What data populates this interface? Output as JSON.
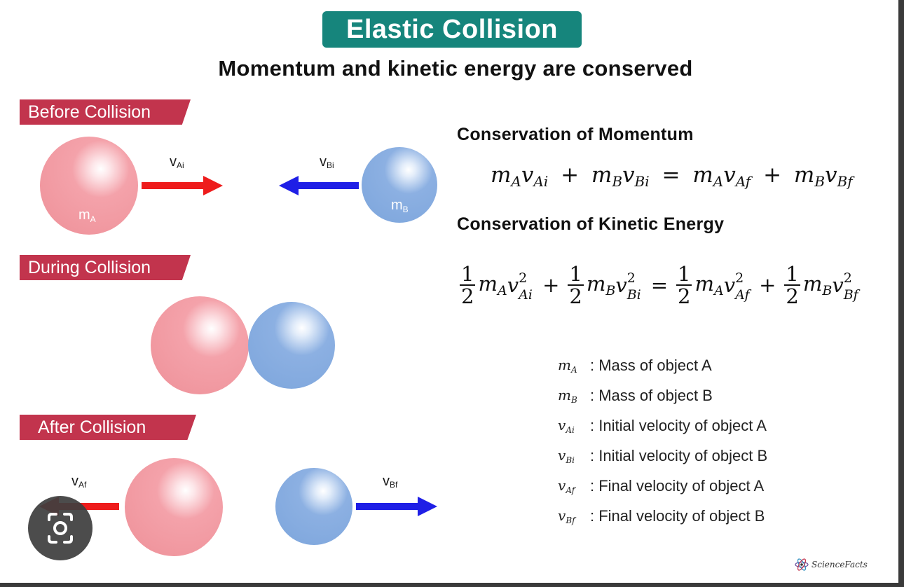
{
  "title": "Elastic Collision",
  "subtitle": "Momentum and kinetic energy are conserved",
  "stages": {
    "before": "Before Collision",
    "during": "During Collision",
    "after": "After Collision"
  },
  "labels": {
    "m": "m",
    "v": "v",
    "A": "A",
    "B": "B",
    "Ai": "Ai",
    "Bi": "Bi",
    "Af": "Af",
    "Bf": "Bf"
  },
  "equations": {
    "momentum_heading": "Conservation of Momentum",
    "energy_heading": "Conservation of Kinetic Energy",
    "plus": "+",
    "equals": "=",
    "one": "1",
    "two": "2",
    "square": "2",
    "Ai": "Ai",
    "Bi": "Bi",
    "Af": "Af",
    "Bf": "Bf",
    "A": "A",
    "B": "B",
    "m": "m",
    "v": "v"
  },
  "legend": [
    {
      "sym": "m",
      "sub": "A",
      "text": ": Mass of object A"
    },
    {
      "sym": "m",
      "sub": "B",
      "text": ": Mass of object B"
    },
    {
      "sym": "v",
      "sub": "Ai",
      "text": ": Initial velocity of object A"
    },
    {
      "sym": "v",
      "sub": "Bi",
      "text": ": Initial velocity of object B"
    },
    {
      "sym": "v",
      "sub": "Af",
      "text": ": Final velocity of object A"
    },
    {
      "sym": "v",
      "sub": "Bf",
      "text": ": Final velocity of object B"
    }
  ],
  "logo": "ScienceFacts",
  "colors": {
    "title_bg": "#16857c",
    "banner": "#c2344d",
    "ball_a": "#ee9098",
    "ball_b": "#7ca5dc",
    "arrow_a": "#ee1c1c",
    "arrow_b": "#1f1fe6"
  },
  "icons": {
    "lens": "camera-lens-icon",
    "logo": "atom-icon"
  }
}
